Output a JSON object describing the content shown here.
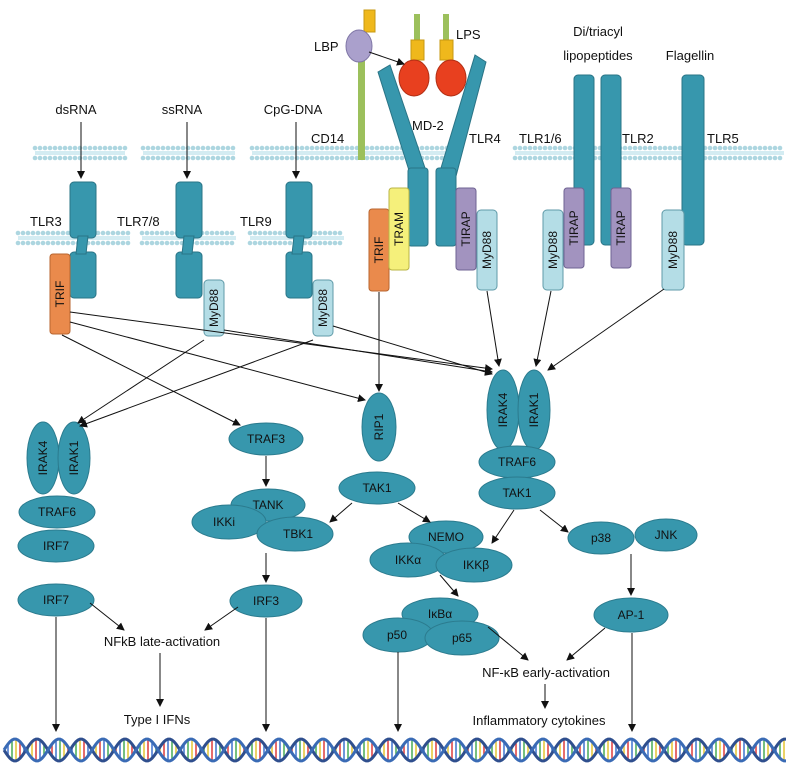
{
  "ligands": {
    "dsrna": "dsRNA",
    "ssrna": "ssRNA",
    "cpg": "CpG-DNA",
    "lps": "LPS",
    "lbp": "LBP",
    "lipopeptides_line1": "Di/triacyl",
    "lipopeptides_line2": "lipopeptides",
    "flagellin": "Flagellin"
  },
  "receptors": {
    "cd14": "CD14",
    "md2": "MD-2",
    "tlr3": "TLR3",
    "tlr78": "TLR7/8",
    "tlr9": "TLR9",
    "tlr4": "TLR4",
    "tlr16": "TLR1/6",
    "tlr2": "TLR2",
    "tlr5": "TLR5"
  },
  "adaptors": {
    "trif": "TRIF",
    "tram": "TRAM",
    "tirap": "TIRAP",
    "myd88": "MyD88"
  },
  "left_pathway": {
    "irak4": "IRAK4",
    "irak1": "IRAK1",
    "traf6": "TRAF6",
    "irf7": "IRF7",
    "irf7_active": "IRF7"
  },
  "middle_pathway": {
    "traf3": "TRAF3",
    "tank": "TANK",
    "ikki": "IKKi",
    "tbk1": "TBK1",
    "irf3": "IRF3"
  },
  "rip1_pathway": {
    "rip1": "RIP1",
    "tak1": "TAK1"
  },
  "right_pathway": {
    "irak4": "IRAK4",
    "irak1": "IRAK1",
    "traf6": "TRAF6",
    "tak1": "TAK1",
    "nemo": "NEMO",
    "ikka": "IKKα",
    "ikkb": "IKKβ",
    "p38": "p38",
    "jnk": "JNK",
    "ap1": "AP-1",
    "ikba": "IκBα",
    "p50": "p50",
    "p65": "p65"
  },
  "outcomes": {
    "nfkb_late": "NFkB late-activation",
    "type1_ifns": "Type I IFNs",
    "nfkb_early": "NF-κB early-activation",
    "cytokines": "Inflammatory cytokines"
  },
  "colors": {
    "receptor": "#3797ad",
    "trif": "#ea8a4c",
    "tram": "#f5f07b",
    "tirap": "#a293bf",
    "myd88": "#b4dde6",
    "lbp": "#aaa0cc",
    "lps": "#e8401f",
    "lps_stem": "#efb81c",
    "cd14_stem": "#9cc05c",
    "membrane": "#add6e0"
  }
}
